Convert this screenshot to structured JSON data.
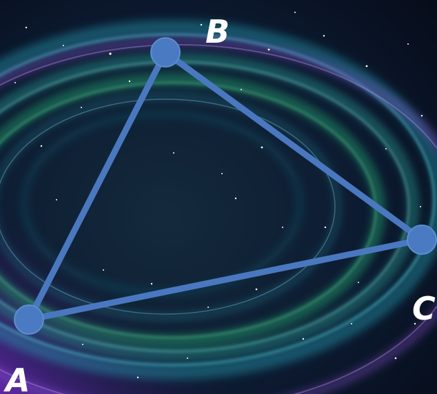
{
  "diagram": {
    "shape": "triangle",
    "colors": {
      "edge": "#4a78c0",
      "vertex": "#4a7bc2",
      "vertex_outline": "#5d8dd0",
      "label": "#ffffff",
      "background_dark": "#0b1226",
      "glow_cyan": "#3fd7e8",
      "glow_green": "#44e08c",
      "glow_purple": "#9b4fe0"
    },
    "vertices": {
      "A": {
        "label": "A"
      },
      "B": {
        "label": "B"
      },
      "C": {
        "label": "C"
      }
    },
    "edges": [
      {
        "from": "A",
        "to": "B"
      },
      {
        "from": "B",
        "to": "C"
      },
      {
        "from": "C",
        "to": "A"
      }
    ]
  }
}
